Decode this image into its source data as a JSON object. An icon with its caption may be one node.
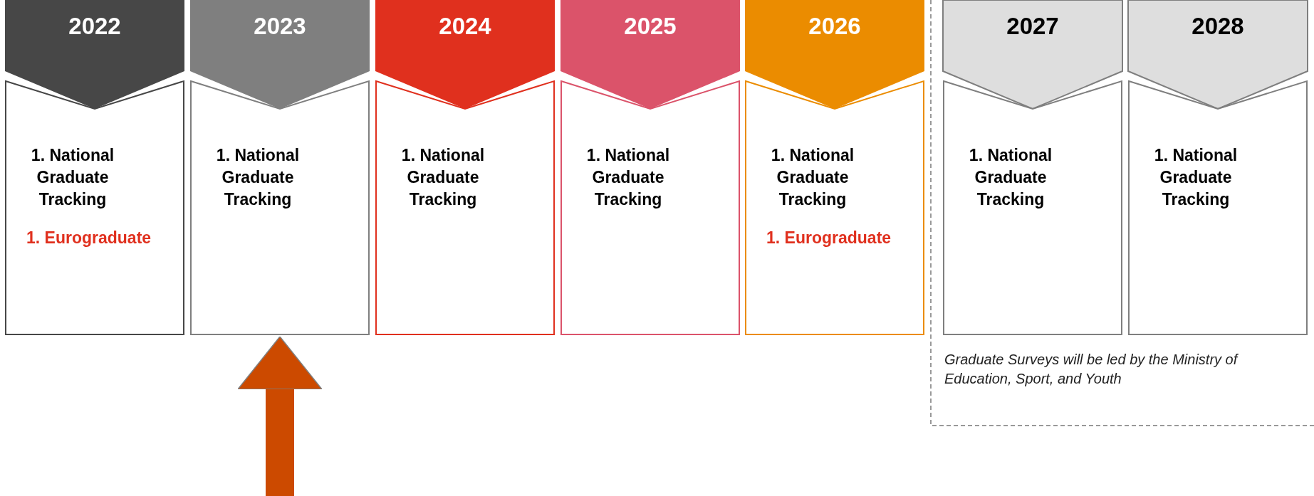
{
  "diagram": {
    "nodes": [
      {
        "text": [
          "2022"
        ]
      },
      {
        "text": [
          "1. National Graduate Tracking",
          "1. Eurograduate"
        ]
      },
      {
        "text": [
          "2023"
        ]
      },
      {
        "text": [
          "1. National Graduate Tracking"
        ]
      },
      {
        "text": [
          "2024"
        ]
      },
      {
        "text": [
          "1. National Graduate Tracking"
        ]
      },
      {
        "text": [
          "2025"
        ]
      },
      {
        "text": [
          "1. National Graduate Tracking"
        ]
      },
      {
        "text": [
          "2026"
        ]
      },
      {
        "text": [
          "1. National Graduate Tracking",
          "1. Eurograduate"
        ]
      },
      {
        "text": [
          "2027"
        ]
      },
      {
        "text": [
          "1. National Graduate Tracking"
        ]
      },
      {
        "text": [
          "2028"
        ]
      },
      {
        "text": [
          "1. National Graduate Tracking"
        ]
      }
    ],
    "edges": [
      {
        "from": null,
        "to": 3,
        "arrow": "to",
        "color": "#cc4a00"
      }
    ],
    "labels": [
      "Graduate Surveys will be led by the Ministry of Education, Sport, and Youth"
    ]
  }
}
